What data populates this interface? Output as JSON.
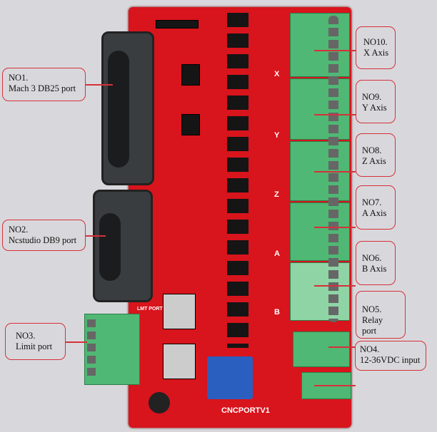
{
  "board": {
    "name": "CNCPORTV1",
    "limit_silk": "LMT PORT",
    "axis_silk": [
      "X",
      "Y",
      "Z",
      "A",
      "B"
    ]
  },
  "labels": {
    "no1": {
      "num": "NO1.",
      "text": "Mach 3 DB25 port"
    },
    "no2": {
      "num": "NO2.",
      "text": "Ncstudio DB9 port"
    },
    "no3": {
      "num": "NO3.",
      "text": "Limit port"
    },
    "no4": {
      "num": "NO4.",
      "text": "12-36VDC input"
    },
    "no5": {
      "num": "NO5.",
      "text": "Relay port"
    },
    "no6": {
      "num": "NO6.",
      "text": "B Axis"
    },
    "no7": {
      "num": "NO7.",
      "text": "A Axis"
    },
    "no8": {
      "num": "NO8.",
      "text": "Z Axis"
    },
    "no9": {
      "num": "NO9.",
      "text": "Y Axis"
    },
    "no10": {
      "num": "NO10.",
      "text": "X Axis"
    }
  }
}
